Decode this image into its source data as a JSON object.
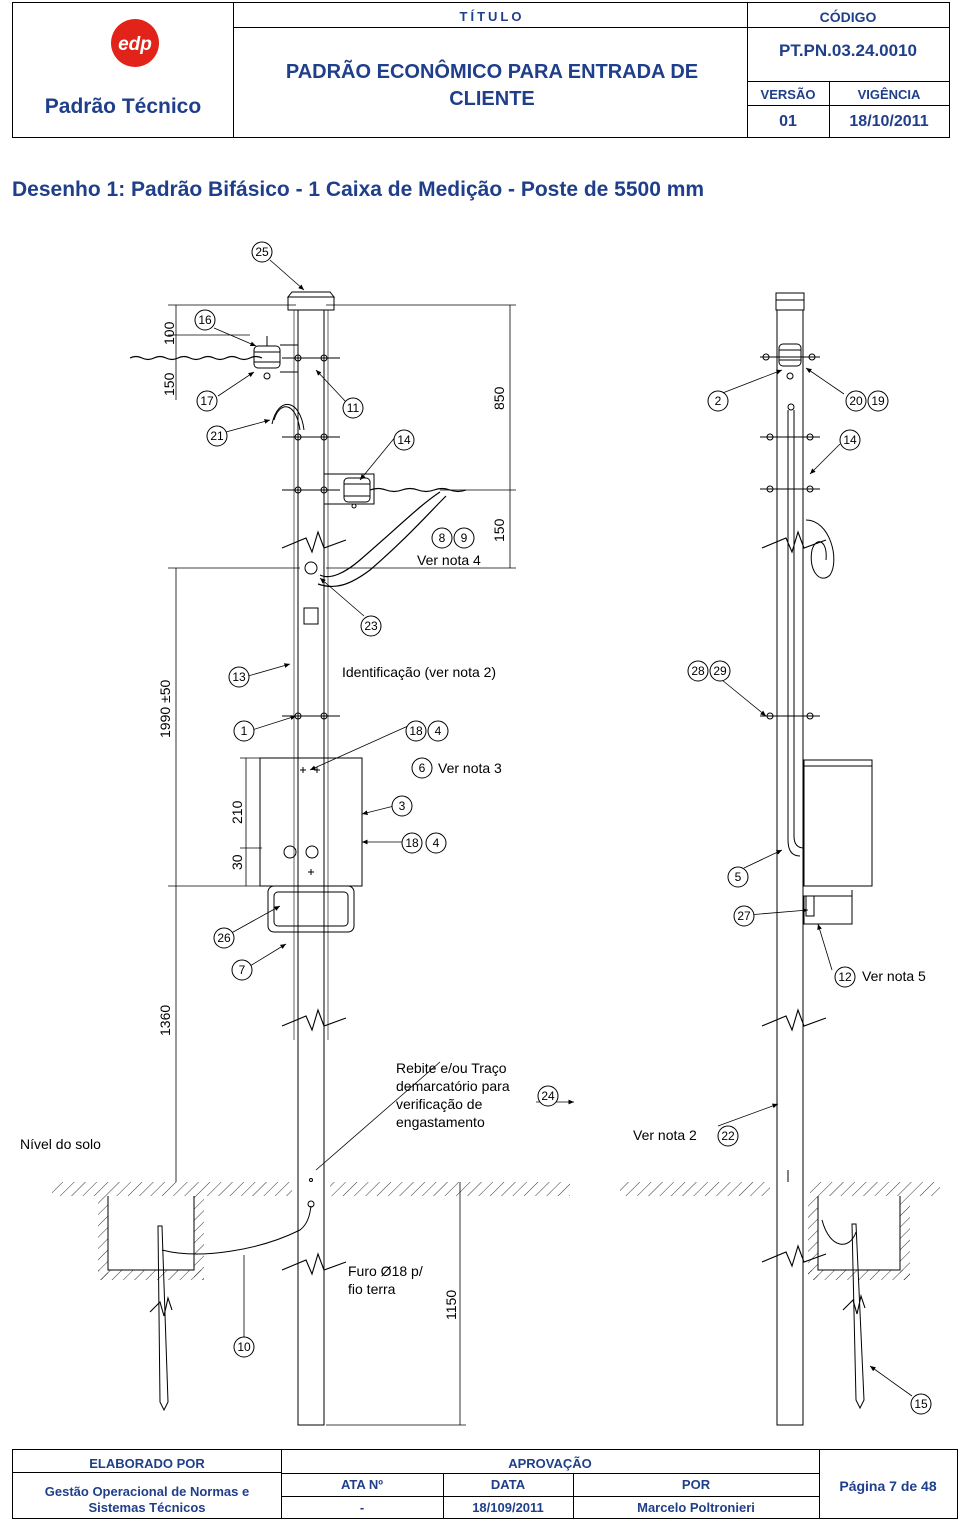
{
  "header": {
    "standard_label": "Padrão Técnico",
    "title_label": "TÍTULO",
    "title_line1": "PADRÃO ECONÔMICO PARA ENTRADA DE",
    "title_line2": "CLIENTE",
    "code_label": "CÓDIGO",
    "code_value": "PT.PN.03.24.0010",
    "version_label": "VERSÃO",
    "version_value": "01",
    "validity_label": "VIGÊNCIA",
    "validity_value": "18/10/2011",
    "logo_text": "edp"
  },
  "drawing": {
    "title": "Desenho 1: Padrão Bifásico - 1 Caixa de Medição - Poste de 5500 mm",
    "callouts": {
      "c1": "1",
      "c2": "2",
      "c3": "3",
      "c4a": "4",
      "c4b": "4",
      "c5": "5",
      "c6": "6",
      "c7": "7",
      "c8": "8",
      "c9": "9",
      "c10": "10",
      "c11": "11",
      "c12": "12",
      "c13": "13",
      "c14a": "14",
      "c14b": "14",
      "c15": "15",
      "c16": "16",
      "c17": "17",
      "c18a": "18",
      "c18b": "18",
      "c19": "19",
      "c20": "20",
      "c21": "21",
      "c22": "22",
      "c23": "23",
      "c24": "24",
      "c25": "25",
      "c26": "26",
      "c27": "27",
      "c28": "28",
      "c29": "29"
    },
    "dimensions": {
      "d100": "100",
      "d150a": "150",
      "d850": "850",
      "d150b": "150",
      "d1990": "1990 ±50",
      "d210": "210",
      "d30": "30",
      "d1360": "1360",
      "d1150": "1150"
    },
    "notes": {
      "ver_nota_4": "Ver nota 4",
      "identificacao": "Identificação (ver nota 2)",
      "ver_nota_3": "Ver nota 3",
      "ver_nota_5": "Ver nota 5",
      "rebite_1": "Rebite e/ou Traço",
      "rebite_2": "demarcatório para",
      "rebite_3": "verificação de",
      "rebite_4": "engastamento",
      "ver_nota_2": "Ver nota 2",
      "nivel_solo": "Nível do solo",
      "furo_1": "Furo Ø18 p/",
      "furo_2": "fio terra"
    }
  },
  "footer": {
    "prepared_label": "ELABORADO POR",
    "prepared_value_1": "Gestão Operacional de Normas e",
    "prepared_value_2": "Sistemas Técnicos",
    "approval_label": "APROVAÇÃO",
    "ata_label": "ATA Nº",
    "ata_value": "-",
    "date_label": "DATA",
    "date_value": "18/109/2011",
    "por_label": "POR",
    "por_value": "Marcelo Poltronieri",
    "page_label": "Página 7 de 48"
  },
  "colors": {
    "brand_blue": "#1f3f8a",
    "edp_red": "#e2231a"
  }
}
